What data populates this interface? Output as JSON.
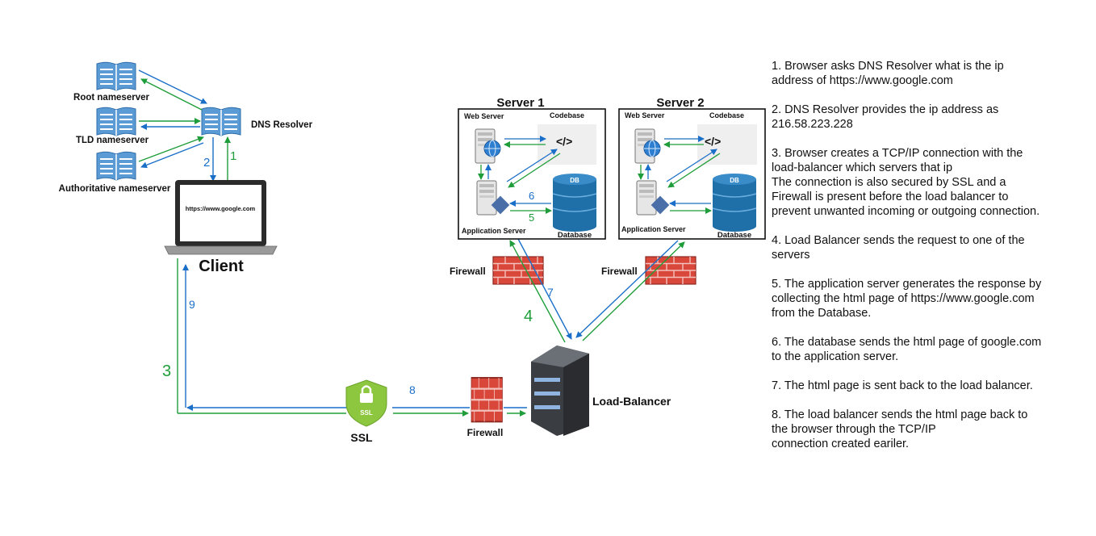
{
  "colors": {
    "blue": "#1a6fc8",
    "green": "#1f9d3a",
    "book": "#5b9bd5",
    "firewall": "#d9463a",
    "db": "#1f6fa8"
  },
  "dns": {
    "root": "Root nameserver",
    "tld": "TLD nameserver",
    "authoritative": "Authoritative nameserver",
    "resolver": "DNS Resolver"
  },
  "client": {
    "label": "Client",
    "url": "https://www.google.com"
  },
  "servers": [
    {
      "title": "Server 1",
      "web": "Web Server",
      "codebase": "Codebase",
      "app": "Application Server",
      "db": "Database",
      "db_icon": "DB",
      "code_icon": "</>"
    },
    {
      "title": "Server 2",
      "web": "Web Server",
      "codebase": "Codebase",
      "app": "Application Server",
      "db": "Database",
      "db_icon": "DB",
      "code_icon": "</>"
    }
  ],
  "firewall": "Firewall",
  "ssl": {
    "label": "SSL",
    "icon": "SSL"
  },
  "load_balancer": "Load-Balancer",
  "arrow_numbers": {
    "n1": "1",
    "n2": "2",
    "n3": "3",
    "n4": "4",
    "n5": "5",
    "n6": "6",
    "n7": "7",
    "n8": "8",
    "n9": "9"
  },
  "steps": [
    "1. Browser asks DNS Resolver what is the ip address of https://www.google.com",
    "2. DNS Resolver provides the ip address as 216.58.223.228",
    "3. Browser creates a TCP/IP connection with the load-balancer which servers that ip\nThe connection is also secured by SSL and a Firewall is present before the load balancer to prevent unwanted incoming or outgoing connection.",
    "4. Load Balancer sends the request to one of the servers",
    "5. The application server generates the response by collecting the html page of https://www.google.com from the Database.",
    "6. The database sends the html page of google.com to the application server.",
    "7. The html page is sent back to the load balancer.",
    "8. The load balancer sends the html page back to the browser through the TCP/IP\n      connection created eariler."
  ]
}
